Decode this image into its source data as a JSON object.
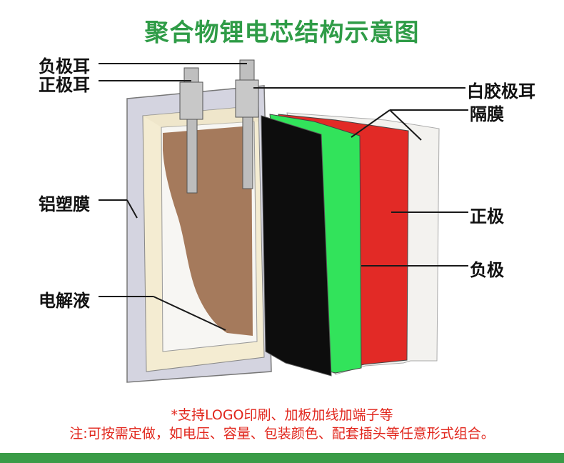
{
  "title": "聚合物锂电芯结构示意图",
  "labels": {
    "negative_tab": "负极耳",
    "positive_tab": "正极耳",
    "aluminum_film": "铝塑膜",
    "electrolyte": "电解液",
    "white_tab_glue": "白胶极耳",
    "separator": "隔膜",
    "positive_electrode": "正极",
    "negative_electrode": "负极"
  },
  "notes": {
    "line1": "*支持LOGO印刷、加板加线加端子等",
    "line2": "注:可按需定做，如电压、容量、包装颜色、配套插头等任意形式组合。"
  },
  "colors": {
    "title_green": "#2f9c47",
    "note_red": "#e1261c",
    "bar_green": "#3a9b47",
    "separator_green": "#32e35b",
    "positive_red": "#e22a26",
    "electrolyte_brown": "#a57a5c"
  }
}
